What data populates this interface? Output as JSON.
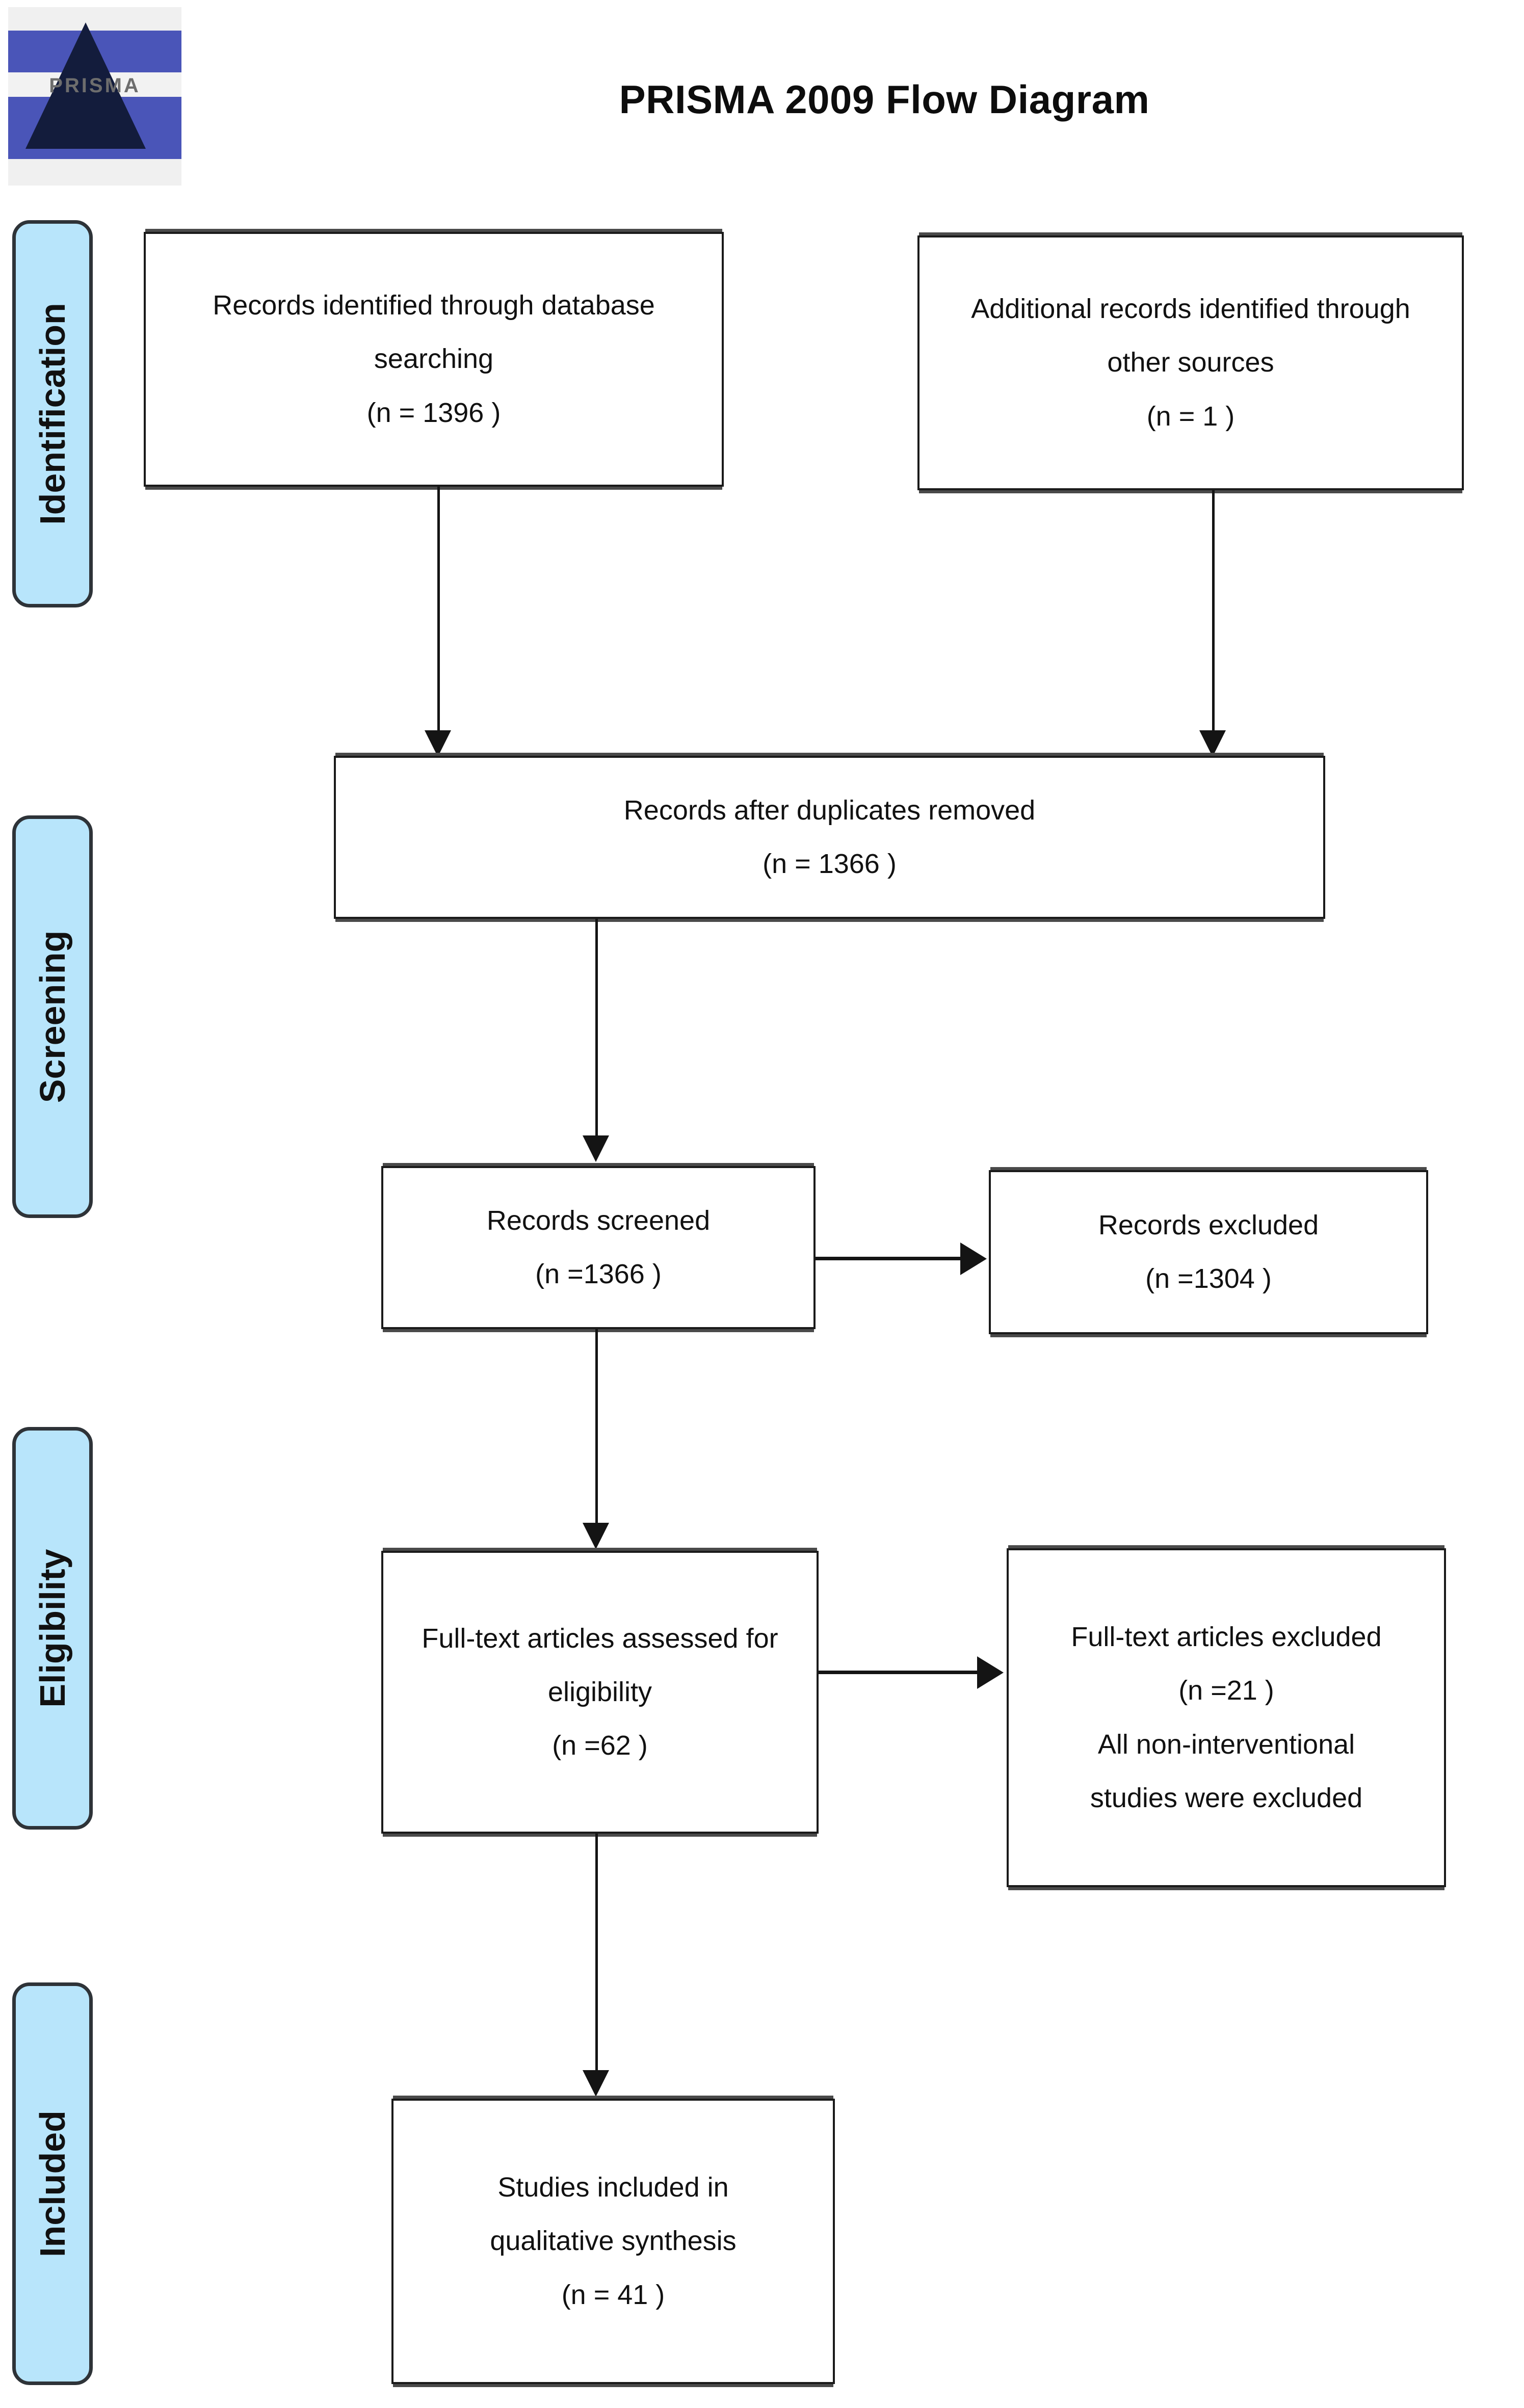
{
  "page": {
    "title": "PRISMA 2009 Flow Diagram",
    "logo_text": "PRISMA",
    "background": "#ffffff",
    "pill_fill": "#b8e5fb",
    "pill_border": "#2e3338",
    "box_border": "#1a1a1a",
    "arrow_color": "#141414"
  },
  "stages": [
    {
      "label": "Identification"
    },
    {
      "label": "Screening"
    },
    {
      "label": "Eligibility"
    },
    {
      "label": "Included"
    }
  ],
  "boxes": {
    "db_search": {
      "line1": "Records identified through database",
      "line2": "searching",
      "line3": "(n = 1396  )"
    },
    "other_sources": {
      "line1": "Additional records identified through",
      "line2": "other sources",
      "line3": "(n = 1 )"
    },
    "after_duplicates": {
      "line1": "Records after duplicates removed",
      "line2": "(n = 1366  )"
    },
    "screened": {
      "line1": "Records screened",
      "line2": "(n =1366   )"
    },
    "records_excluded": {
      "line1": "Records excluded",
      "line2": "(n =1304   )"
    },
    "fulltext_assessed": {
      "line1": "Full-text articles assessed for",
      "line2": "eligibility",
      "line3": "(n =62   )"
    },
    "fulltext_excluded": {
      "line1": "Full-text articles excluded",
      "line2": "(n =21  )",
      "line3": "All non-interventional",
      "line4": "studies were excluded"
    },
    "included": {
      "line1": "Studies included in",
      "line2": "qualitative synthesis",
      "line3": "(n = 41  )"
    }
  },
  "chart_data": {
    "type": "flow-diagram",
    "title": "PRISMA 2009 Flow Diagram",
    "nodes": [
      {
        "id": "db_search",
        "stage": "Identification",
        "label": "Records identified through database searching",
        "n": 1396
      },
      {
        "id": "other_sources",
        "stage": "Identification",
        "label": "Additional records identified through other sources",
        "n": 1
      },
      {
        "id": "after_duplicates",
        "stage": "Screening",
        "label": "Records after duplicates removed",
        "n": 1366
      },
      {
        "id": "screened",
        "stage": "Screening",
        "label": "Records screened",
        "n": 1366
      },
      {
        "id": "records_excluded",
        "stage": "Screening",
        "label": "Records excluded",
        "n": 1304
      },
      {
        "id": "fulltext_assessed",
        "stage": "Eligibility",
        "label": "Full-text articles assessed for eligibility",
        "n": 62
      },
      {
        "id": "fulltext_excluded",
        "stage": "Eligibility",
        "label": "Full-text articles excluded — All non-interventional studies were excluded",
        "n": 21
      },
      {
        "id": "included",
        "stage": "Included",
        "label": "Studies included in qualitative synthesis",
        "n": 41
      }
    ],
    "edges": [
      {
        "from": "db_search",
        "to": "after_duplicates",
        "direction": "down"
      },
      {
        "from": "other_sources",
        "to": "after_duplicates",
        "direction": "down"
      },
      {
        "from": "after_duplicates",
        "to": "screened",
        "direction": "down"
      },
      {
        "from": "screened",
        "to": "records_excluded",
        "direction": "right"
      },
      {
        "from": "screened",
        "to": "fulltext_assessed",
        "direction": "down"
      },
      {
        "from": "fulltext_assessed",
        "to": "fulltext_excluded",
        "direction": "right"
      },
      {
        "from": "fulltext_assessed",
        "to": "included",
        "direction": "down"
      }
    ]
  }
}
